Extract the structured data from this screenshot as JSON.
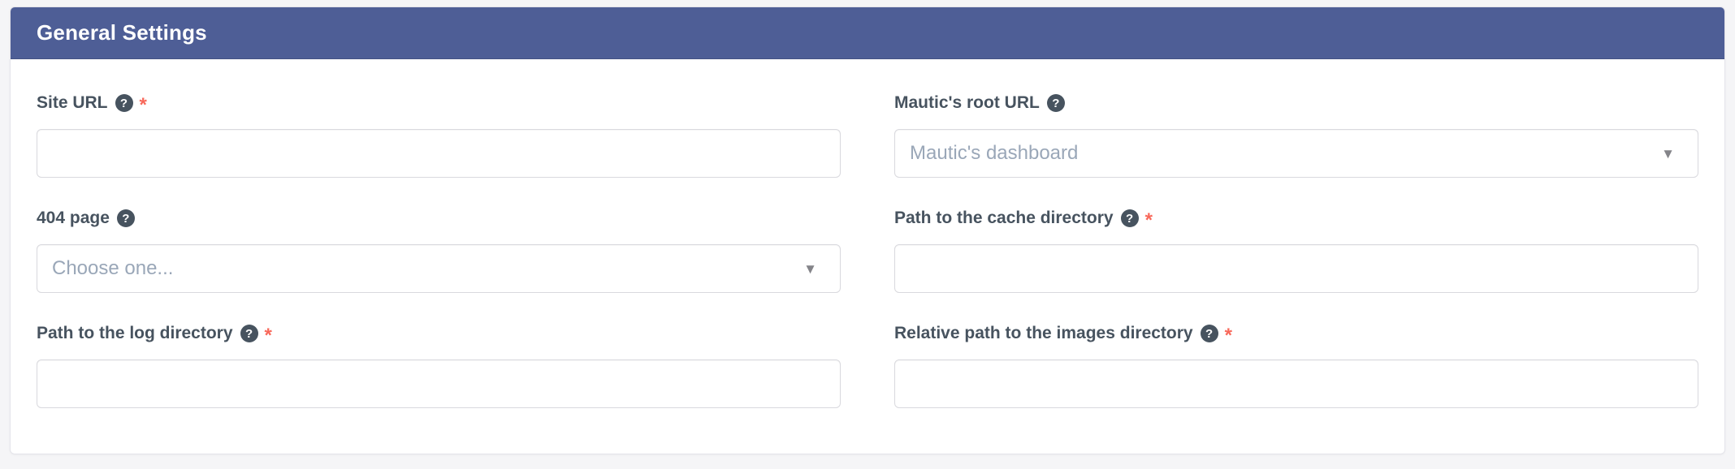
{
  "panel": {
    "title": "General Settings"
  },
  "icons": {
    "help_glyph": "?",
    "caret_glyph": "▼"
  },
  "colors": {
    "header_bg": "#4e5e96",
    "label_text": "#47535f",
    "required_star": "#f8685a",
    "placeholder_text": "#9aa7b8",
    "page_bg": "#f5f5f7",
    "input_border": "#d9d9de"
  },
  "fields": [
    {
      "id": "site-url",
      "label": "Site URL",
      "required_marker": "*",
      "type": "text",
      "value": "",
      "placeholder": ""
    },
    {
      "id": "mautic-root-url",
      "label": "Mautic's root URL",
      "required_marker": "",
      "type": "select",
      "selected_value": "Mautic's dashboard"
    },
    {
      "id": "404-page",
      "label": "404 page",
      "required_marker": "",
      "type": "select",
      "selected_value": "Choose one..."
    },
    {
      "id": "cache-directory-path",
      "label": "Path to the cache directory",
      "required_marker": "*",
      "type": "text",
      "value": "",
      "placeholder": ""
    },
    {
      "id": "log-directory-path",
      "label": "Path to the log directory",
      "required_marker": "*",
      "type": "text",
      "value": "",
      "placeholder": ""
    },
    {
      "id": "images-directory-relative-path",
      "label": "Relative path to the images directory",
      "required_marker": "*",
      "type": "text",
      "value": "",
      "placeholder": ""
    }
  ]
}
